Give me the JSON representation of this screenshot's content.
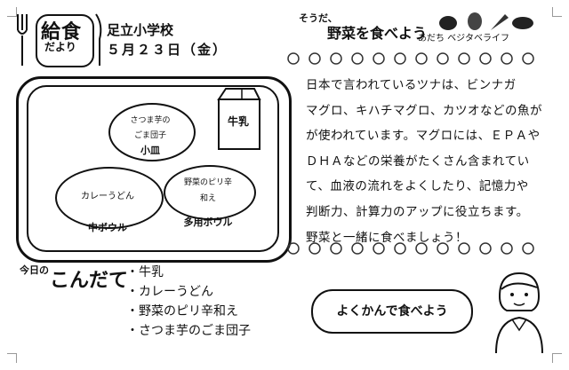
{
  "header": {
    "logo_top": "給食",
    "logo_bottom": "だより",
    "school": "足立小学校",
    "date": "５月２３日（金）"
  },
  "tray": {
    "dishes": {
      "small": {
        "line1": "さつま芋の",
        "line2": "ごま団子",
        "label": "小皿"
      },
      "mid": {
        "line1": "カレーうどん",
        "label": "中ボウル"
      },
      "multi": {
        "line1": "野菜のピリ辛",
        "line2": "和え",
        "label": "多用ボウル"
      }
    },
    "milk_label": "牛乳"
  },
  "menu": {
    "heading_small": "今日の",
    "heading": "こんだて",
    "items": [
      "・牛乳",
      "・カレーうどん",
      "・野菜のピリ辛和え",
      "・さつま芋のごま団子"
    ]
  },
  "banner": {
    "sub": "そうだ、",
    "main": "野菜を食べよう",
    "tag": "あだち ベジタベライフ"
  },
  "article": {
    "lines": [
      "日本で言われているツナは、ビンナガ",
      "マグロ、キハチマグロ、カツオなどの魚が",
      "が使われています。マグロには、ＥＰＡや",
      "ＤＨＡなどの栄養がたくさん含まれてい",
      "て、血液の流れをよくしたり、記憶力や",
      "判断力、計算力のアップに役立ちます。",
      "野菜と一緒に食べましょう！"
    ]
  },
  "bubble": "よくかんで食べよう",
  "icons": {
    "fork": "fork-icon",
    "knife": "knife-icon",
    "milk": "milk-carton-icon",
    "vegetables": "vegetable-border-icon",
    "person": "teacher-illustration-icon"
  }
}
